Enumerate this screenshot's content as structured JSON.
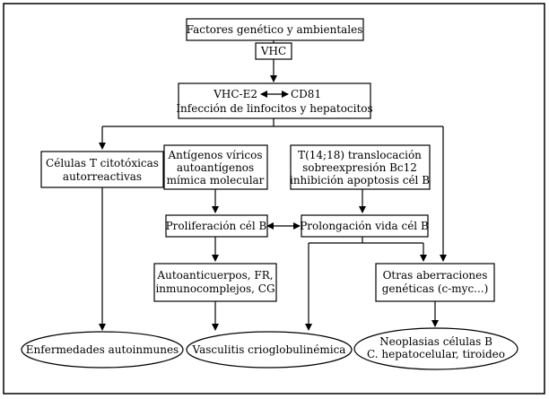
{
  "diagram": {
    "nodes": {
      "factors": [
        "Factores genético y ambientales"
      ],
      "vhc": [
        "VHC"
      ],
      "infection": [
        "VHC-E2",
        "CD81",
        "Infección de linfocitos y hepatocitos"
      ],
      "tcells": [
        "Células T citotóxicas",
        "autorreactivas"
      ],
      "antigens": [
        "Antígenos víricos",
        "autoantígenos",
        "mímica molecular"
      ],
      "translocation": [
        "T(14;18) translocación",
        "sobreexpresión Bc12",
        "inhibición apoptosis cél B"
      ],
      "prolif": [
        "Proliferación cél B"
      ],
      "prolong": [
        "Prolongación vida cél B"
      ],
      "autoab": [
        "Autoanticuerpos, FR,",
        "inmunocomplejos, CG"
      ],
      "aberr": [
        "Otras aberraciones",
        "genéticas (c-myc...)"
      ],
      "autoimmune": [
        "Enfermedades autoinmunes"
      ],
      "vasculitis": [
        "Vasculitis crioglobulinémica"
      ],
      "neoplasia": [
        "Neoplasias células B",
        "C. hepatocelular, tiroideo"
      ]
    }
  }
}
